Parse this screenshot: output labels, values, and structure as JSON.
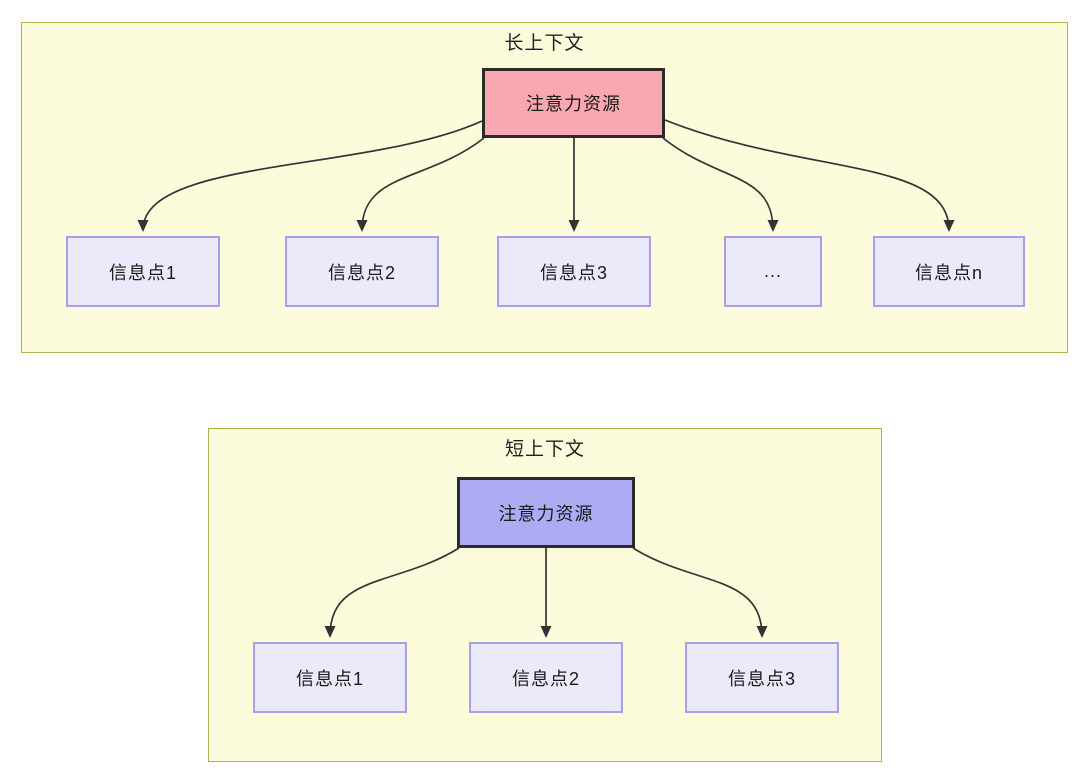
{
  "panels": [
    {
      "title": "长上下文",
      "source": {
        "label": "注意力资源"
      },
      "targets": [
        {
          "label": "信息点1"
        },
        {
          "label": "信息点2"
        },
        {
          "label": "信息点3"
        },
        {
          "label": "..."
        },
        {
          "label": "信息点n"
        }
      ]
    },
    {
      "title": "短上下文",
      "source": {
        "label": "注意力资源"
      },
      "targets": [
        {
          "label": "信息点1"
        },
        {
          "label": "信息点2"
        },
        {
          "label": "信息点3"
        }
      ]
    }
  ],
  "colors": {
    "panel_bg": "#fcfcdc",
    "panel_border": "#b2b24c",
    "long_context_source_fill": "#f9a7b0",
    "short_context_source_fill": "#adacf2",
    "source_border": "#2b2b2b",
    "info_box_fill": "#ebeafb",
    "info_box_border": "#a79fe8",
    "edge_stroke": "#333333",
    "text": "#1f1f1f"
  }
}
